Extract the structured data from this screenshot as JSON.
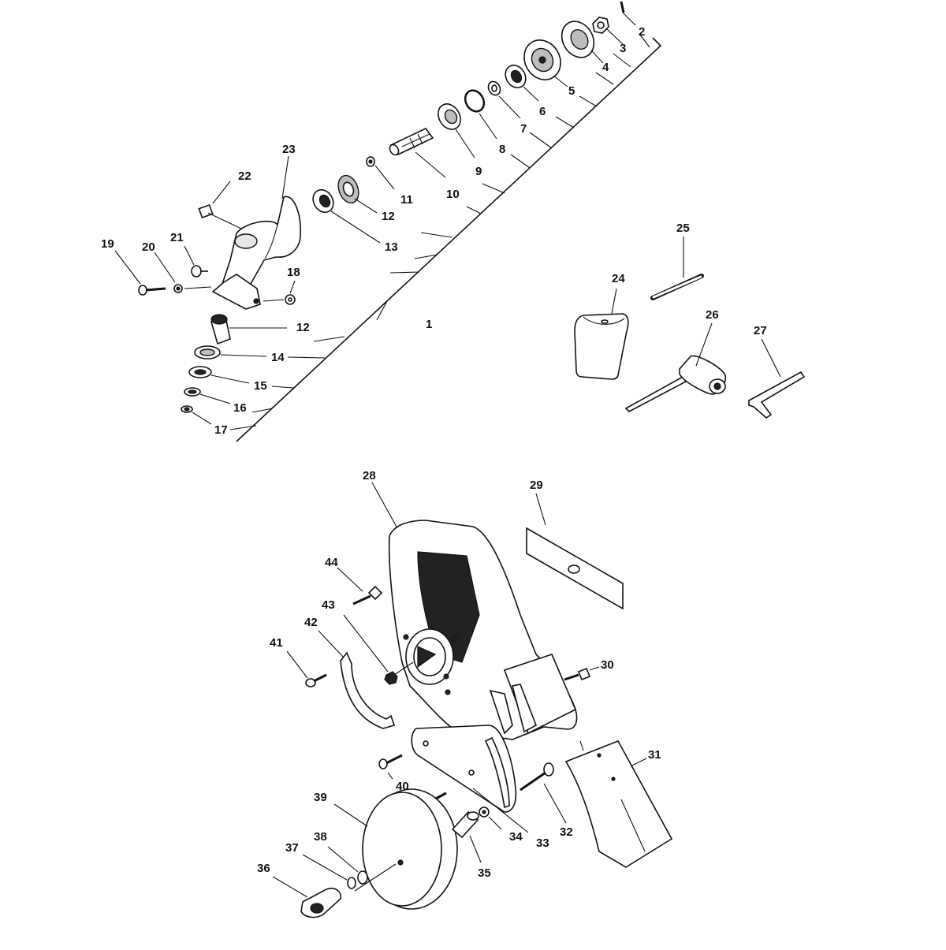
{
  "labels": {
    "p1": "1",
    "p2": "2",
    "p3": "3",
    "p4": "4",
    "p5": "5",
    "p6": "6",
    "p7": "7",
    "p8": "8",
    "p9": "9",
    "p10": "10",
    "p11": "11",
    "p12a": "12",
    "p12b": "12",
    "p13": "13",
    "p14": "14",
    "p15": "15",
    "p16": "16",
    "p17": "17",
    "p18": "18",
    "p19": "19",
    "p20": "20",
    "p21": "21",
    "p22": "22",
    "p23": "23",
    "p24": "24",
    "p25": "25",
    "p26": "26",
    "p27": "27",
    "p28": "28",
    "p29": "29",
    "p30": "30",
    "p31": "31",
    "p32": "32",
    "p33": "33",
    "p34": "34",
    "p35": "35",
    "p36": "36",
    "p37": "37",
    "p38": "38",
    "p39": "39",
    "p40": "40",
    "p41": "41",
    "p42": "42",
    "p43": "43",
    "p44": "44"
  }
}
